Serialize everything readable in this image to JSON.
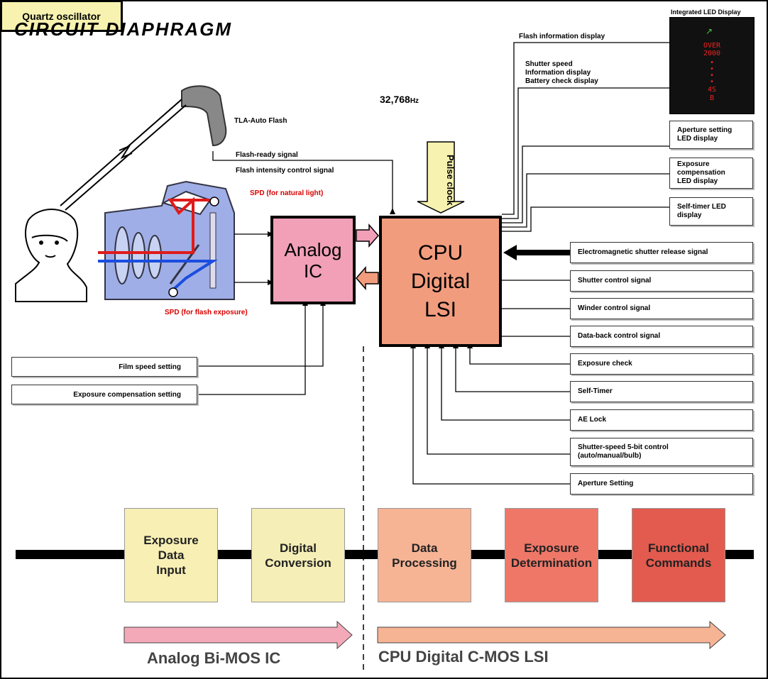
{
  "title": "CIRCUIT DIAPHRAGM",
  "flash": {
    "name": "TLA-Auto Flash",
    "signal1": "Flash-ready signal",
    "signal2": "Flash intensity control signal"
  },
  "spd_natural": "SPD (for natural light)",
  "spd_flash": "SPD (for flash exposure)",
  "quartz": {
    "freq": "32,768",
    "unit": "Hz",
    "label": "Quartz oscillator",
    "pulse": "Pulse clock"
  },
  "analog_ic": [
    "Analog",
    "IC"
  ],
  "cpu": [
    "CPU",
    "Digital",
    "LSI"
  ],
  "led_display": {
    "title": "Integrated LED Display",
    "lines": [
      "OVER",
      "2000",
      "•",
      "•",
      "•",
      "•",
      "4S",
      "B"
    ]
  },
  "outputs": [
    {
      "label": "Flash information display"
    },
    {
      "label": "Shutter speed\nInformation display\nBattery check display"
    },
    {
      "label": "Aperture setting\nLED display"
    },
    {
      "label": "Exposure\ncompensation\nLED display"
    },
    {
      "label": "Self-timer LED\ndisplay"
    }
  ],
  "right_signals": [
    "Electromagnetic shutter release signal",
    "Shutter control signal",
    "Winder control signal",
    "Data-back control signal",
    "Exposure check",
    "Self-Timer",
    "AE Lock",
    "Shutter-speed 5-bit control\n(auto/manual/bulb)",
    "Aperture Setting"
  ],
  "left_inputs": [
    "Film speed setting",
    "Exposure compensation setting"
  ],
  "stages": [
    {
      "label": "Exposure\nData\nInput",
      "color": "#f7efb4"
    },
    {
      "label": "Digital\nConversion",
      "color": "#f5eeb6"
    },
    {
      "label": "Data\nProcessing",
      "color": "#f6b495"
    },
    {
      "label": "Exposure\nDetermination",
      "color": "#ee7768"
    },
    {
      "label": "Functional\nCommands",
      "color": "#e35a4e"
    }
  ],
  "bottom_labels": {
    "left": "Analog Bi-MOS IC",
    "right": "CPU Digital C-MOS LSI"
  }
}
